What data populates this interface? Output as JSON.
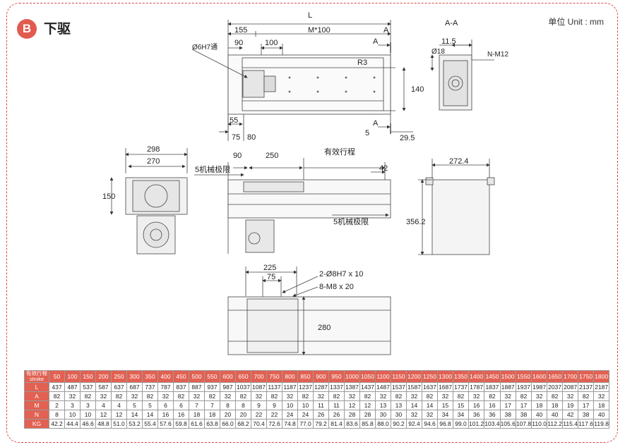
{
  "badge": "B",
  "title": "下驱",
  "unit": "单位 Unit : mm",
  "dims": {
    "L": "L",
    "d155": "155",
    "m100": "M*100",
    "A": "A",
    "d90": "90",
    "d100": "100",
    "hole6": "Ø6H7通",
    "r3": "R3",
    "d140": "140",
    "d55": "55",
    "d75": "75",
    "d80": "80",
    "d5": "5",
    "d29_5": "29.5",
    "aa": "A-A",
    "d18": "Ø18",
    "d11_5": "11.5",
    "nm12": "N-M12",
    "d298": "298",
    "d270": "270",
    "d150": "150",
    "d90b": "90",
    "d250": "250",
    "stroke": "有效行程",
    "limit": "5机械极限",
    "d42": "42",
    "d272_4": "272.4",
    "d356_2": "356.2",
    "d225": "225",
    "d75b": "75",
    "pin": "2-Ø8H7 x 10",
    "m8": "8-M8 x 20",
    "d280": "280"
  },
  "table": {
    "header_label_1": "有效行程",
    "header_label_2": "stroke",
    "strokes": [
      "50",
      "100",
      "150",
      "200",
      "250",
      "300",
      "350",
      "400",
      "450",
      "500",
      "550",
      "600",
      "650",
      "700",
      "750",
      "800",
      "850",
      "900",
      "950",
      "1000",
      "1050",
      "1100",
      "1150",
      "1200",
      "1250",
      "1300",
      "1350",
      "1400",
      "1450",
      "1500",
      "1550",
      "1600",
      "1650",
      "1700",
      "1750",
      "1800"
    ],
    "rows": [
      {
        "label": "L",
        "values": [
          "437",
          "487",
          "537",
          "587",
          "637",
          "687",
          "737",
          "787",
          "837",
          "887",
          "937",
          "987",
          "1037",
          "1087",
          "1137",
          "1187",
          "1237",
          "1287",
          "1337",
          "1387",
          "1437",
          "1487",
          "1537",
          "1587",
          "1637",
          "1687",
          "1737",
          "1787",
          "1837",
          "1887",
          "1937",
          "1987",
          "2037",
          "2087",
          "2137",
          "2187"
        ]
      },
      {
        "label": "A",
        "values": [
          "82",
          "32",
          "82",
          "32",
          "82",
          "32",
          "82",
          "32",
          "82",
          "32",
          "82",
          "32",
          "82",
          "32",
          "82",
          "32",
          "82",
          "32",
          "82",
          "32",
          "82",
          "32",
          "82",
          "32",
          "82",
          "32",
          "82",
          "32",
          "82",
          "32",
          "82",
          "32",
          "82",
          "32",
          "82",
          "32"
        ]
      },
      {
        "label": "M",
        "values": [
          "2",
          "3",
          "3",
          "4",
          "4",
          "5",
          "5",
          "6",
          "6",
          "7",
          "7",
          "8",
          "8",
          "9",
          "9",
          "10",
          "10",
          "11",
          "11",
          "12",
          "12",
          "13",
          "13",
          "14",
          "14",
          "15",
          "15",
          "16",
          "16",
          "17",
          "17",
          "18",
          "18",
          "19",
          "17",
          "18"
        ]
      },
      {
        "label": "N",
        "values": [
          "8",
          "10",
          "10",
          "12",
          "12",
          "14",
          "14",
          "16",
          "16",
          "18",
          "18",
          "20",
          "20",
          "22",
          "22",
          "24",
          "24",
          "26",
          "26",
          "28",
          "28",
          "30",
          "30",
          "32",
          "32",
          "34",
          "34",
          "36",
          "36",
          "38",
          "38",
          "40",
          "40",
          "42",
          "38",
          "40"
        ]
      },
      {
        "label": "KG",
        "values": [
          "42.2",
          "44.4",
          "46.6",
          "48.8",
          "51.0",
          "53.2",
          "55.4",
          "57.6",
          "59.8",
          "61.6",
          "63.8",
          "66.0",
          "68.2",
          "70.4",
          "72.6",
          "74.8",
          "77.0",
          "79.2",
          "81.4",
          "83.6",
          "85.8",
          "88.0",
          "90.2",
          "92.4",
          "94.6",
          "96.8",
          "99.0",
          "101.2",
          "103.4",
          "105.6",
          "107.8",
          "110.0",
          "112.2",
          "115.4",
          "117.6",
          "119.8"
        ]
      }
    ]
  }
}
